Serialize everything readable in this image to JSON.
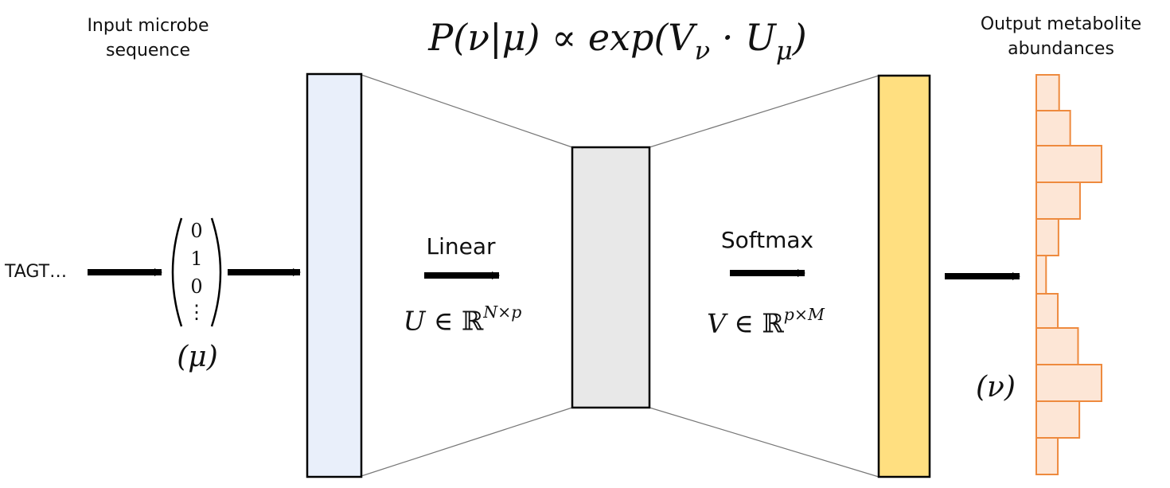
{
  "labels": {
    "input_caption": [
      "Input microbe",
      "sequence"
    ],
    "output_caption": [
      "Output metabolite",
      "abundances"
    ],
    "sequence": "TAGT…",
    "mu": "(μ)",
    "nu": "(ν)"
  },
  "vector": [
    "0",
    "1",
    "0",
    "⋮"
  ],
  "formula": {
    "lhs": "P(ν|μ) ∝ exp(V",
    "sub1": "ν",
    "mid": " · U",
    "sub2": "μ",
    "rhs": ")"
  },
  "stages": {
    "linear": {
      "name": "Linear",
      "var": "U ∈ ",
      "set": "ℝ",
      "dims": "N×p"
    },
    "softmax": {
      "name": "Softmax",
      "var": "V ∈ ",
      "set": "ℝ",
      "dims": "p×M"
    }
  },
  "output_bars": [
    0.35,
    0.52,
    1.0,
    0.67,
    0.34,
    0.15,
    0.33,
    0.64,
    1.0,
    0.66,
    0.33
  ],
  "colors": {
    "input_layer": "#e9effa",
    "hidden_layer": "#e8e8e8",
    "output_layer": "#ffdf80",
    "bar_fill": "#fde6d6",
    "bar_stroke": "#ee8a3e"
  }
}
